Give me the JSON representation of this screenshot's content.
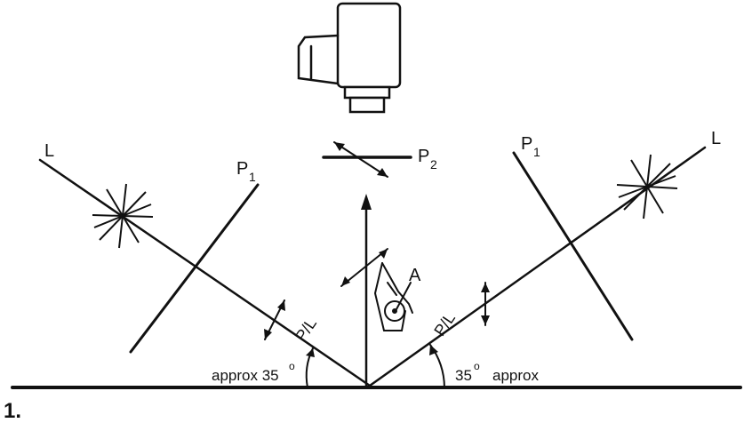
{
  "labels": {
    "light_left": "L",
    "light_right": "L",
    "polarizer_left": "P",
    "polarizer_left_sub": "1",
    "polarizer_right": "P",
    "polarizer_right_sub": "1",
    "analyzer": "P",
    "analyzer_sub": "2",
    "object": "A",
    "angle_left": "approx 35",
    "angle_right": "35",
    "angle_right_suffix": "approx",
    "degree": "o",
    "pl_left": "P/L",
    "pl_right": "P/L",
    "figure_number": "1."
  },
  "colors": {
    "ink": "#111111",
    "background": "#ffffff"
  }
}
